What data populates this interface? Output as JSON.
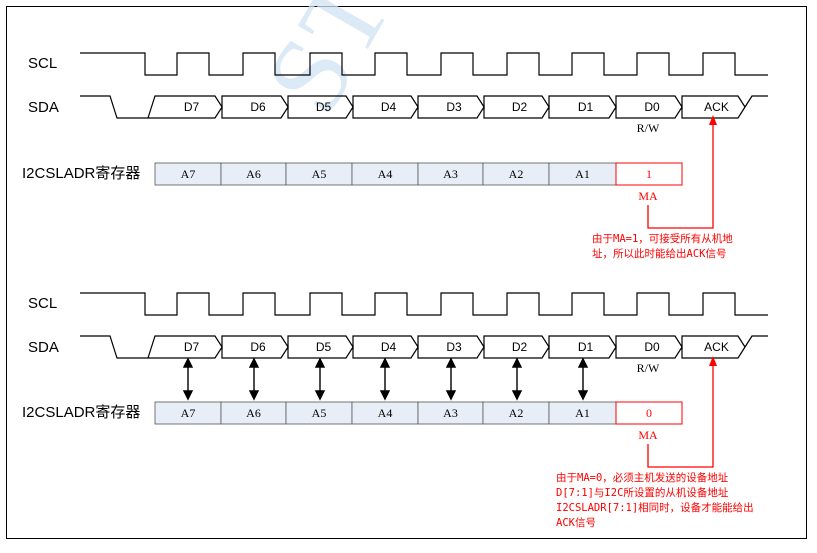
{
  "watermark": "STC MCU",
  "signal_labels": {
    "scl": "SCL",
    "sda": "SDA",
    "register": "I2CSLADR寄存器"
  },
  "sda_bits": [
    "D7",
    "D6",
    "D5",
    "D4",
    "D3",
    "D2",
    "D1",
    "D0",
    "ACK"
  ],
  "rw_label": "R/W",
  "register_cells": [
    "A7",
    "A6",
    "A5",
    "A4",
    "A3",
    "A2",
    "A1"
  ],
  "top": {
    "ma_value": "1",
    "ma_label": "MA",
    "note": [
      "由于MA=1，可接受所有从机地",
      "址，所以此时能给出ACK信号"
    ]
  },
  "bottom": {
    "ma_value": "0",
    "ma_label": "MA",
    "note": [
      "由于MA=0，必须主机发送的设备地址",
      "D[7:1]与I2C所设置的从机设备地址",
      "I2CSLADR[7:1]相同时，设备才能能给出",
      "ACK信号"
    ]
  },
  "colors": {
    "accent": "#ff0000",
    "cell_fill": "#e8eef7",
    "watermark": "#cfe3f3"
  }
}
